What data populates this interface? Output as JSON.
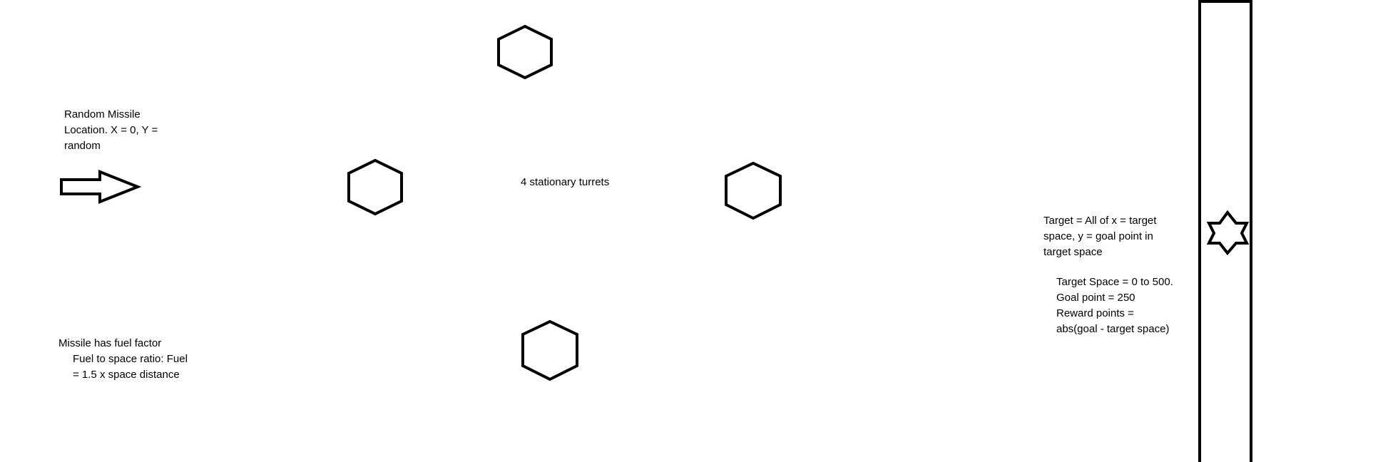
{
  "colors": {
    "stroke": "#000000",
    "background": "#ffffff"
  },
  "icons": {
    "missile": "arrow-right-icon",
    "turret": "hexagon-icon",
    "goal": "six-pointed-star-icon",
    "target_space": "tall-rectangle"
  },
  "missile_note": {
    "text": "Random Missile\nLocation.  X = 0, Y =\nrandom"
  },
  "turret_note": {
    "text": "4 stationary turrets"
  },
  "fuel_note": {
    "heading": "Missile has fuel factor",
    "detail": "Fuel to space ratio: Fuel\n= 1.5 x space distance"
  },
  "target_note": {
    "text": "Target = All of x = target\nspace, y = goal point in\ntarget space"
  },
  "target_space_note": {
    "text": "Target Space = 0 to 500.\nGoal point = 250\nReward points =\nabs(goal - target space)"
  }
}
